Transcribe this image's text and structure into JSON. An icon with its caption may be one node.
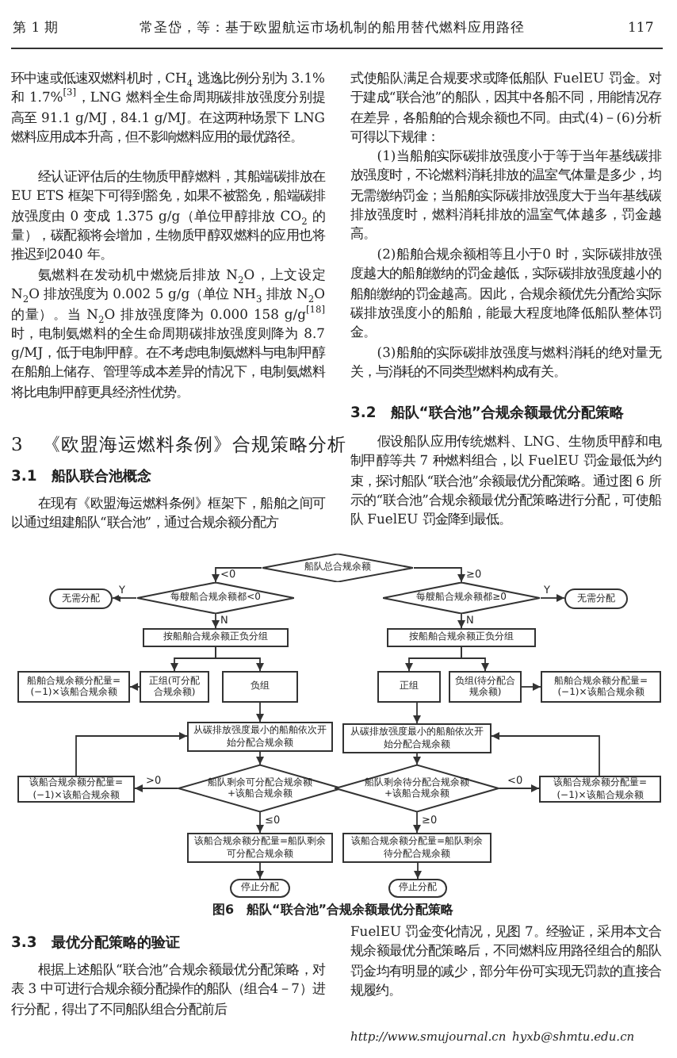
{
  "diagram": {
    "caption": "图6　船队“联合池”合规余额最优分配策略",
    "nodes": [
      {
        "text": [
          "船队总合规余额"
        ]
      },
      {
        "text": [
          "每艘船合规余额都<0"
        ]
      },
      {
        "text": [
          "无需分配"
        ]
      },
      {
        "text": [
          "按船舶合规余额正负分组"
        ]
      },
      {
        "text": [
          "正组(可分配合规余额)"
        ]
      },
      {
        "text": [
          "负组"
        ]
      },
      {
        "text": [
          "船舶合规余额分配量=(−1)×该船合规余额"
        ]
      },
      {
        "text": [
          "从碳排放强度最小的船舶依次开始分配合规余额"
        ]
      },
      {
        "text": [
          "船队剩余可分配合规余额+该船合规余额"
        ]
      },
      {
        "text": [
          "该船合规余额分配量=(−1)×该船合规余额"
        ]
      },
      {
        "text": [
          "该船合规余额分配量=船队剩余可分配合规余额"
        ]
      },
      {
        "text": [
          "停止分配"
        ]
      },
      {
        "text": [
          "每艘船合规余额都≥0"
        ]
      },
      {
        "text": [
          "无需分配"
        ]
      },
      {
        "text": [
          "按船舶合规余额正负分组"
        ]
      },
      {
        "text": [
          "正组"
        ]
      },
      {
        "text": [
          "负组(待分配合规余额)"
        ]
      },
      {
        "text": [
          "船舶合规余额分配量=(−1)×该船合规余额"
        ]
      },
      {
        "text": [
          "从碳排放强度最小的船舶依次开始分配合规余额"
        ]
      },
      {
        "text": [
          "船队剩余待分配合规余额+该船合规余额"
        ]
      },
      {
        "text": [
          "该船合规余额分配量=(−1)×该船合规余额"
        ]
      },
      {
        "text": [
          "该船合规余额分配量=船队剩余待分配合规余额"
        ]
      },
      {
        "text": [
          "停止分配"
        ]
      }
    ],
    "edges": [
      {
        "from": 0,
        "to": 1,
        "arrow": "to",
        "label": "<0"
      },
      {
        "from": 0,
        "to": 12,
        "arrow": "to",
        "label": "≥0"
      },
      {
        "from": 1,
        "to": 2,
        "arrow": "to",
        "label": "Y"
      },
      {
        "from": 1,
        "to": 3,
        "arrow": "to",
        "label": "N"
      },
      {
        "from": 3,
        "to": 4,
        "arrow": "to"
      },
      {
        "from": 3,
        "to": 5,
        "arrow": "to"
      },
      {
        "from": 4,
        "to": 6,
        "arrow": "to"
      },
      {
        "from": 5,
        "to": 7,
        "arrow": "to"
      },
      {
        "from": 7,
        "to": 8,
        "arrow": "to"
      },
      {
        "from": 8,
        "to": 9,
        "arrow": "to",
        "label": ">0"
      },
      {
        "from": 9,
        "to": 7,
        "arrow": "to"
      },
      {
        "from": 8,
        "to": 10,
        "arrow": "to",
        "label": "≤0"
      },
      {
        "from": 10,
        "to": 11,
        "arrow": "to"
      },
      {
        "from": 12,
        "to": 13,
        "arrow": "to",
        "label": "Y"
      },
      {
        "from": 12,
        "to": 14,
        "arrow": "to",
        "label": "N"
      },
      {
        "from": 14,
        "to": 15,
        "arrow": "to"
      },
      {
        "from": 14,
        "to": 16,
        "arrow": "to"
      },
      {
        "from": 16,
        "to": 17,
        "arrow": "to"
      },
      {
        "from": 15,
        "to": 18,
        "arrow": "to"
      },
      {
        "from": 18,
        "to": 19,
        "arrow": "to"
      },
      {
        "from": 19,
        "to": 20,
        "arrow": "to",
        "label": "<0"
      },
      {
        "from": 20,
        "to": 18,
        "arrow": "to"
      },
      {
        "from": 19,
        "to": 21,
        "arrow": "to",
        "label": "≥0"
      },
      {
        "from": 21,
        "to": 22,
        "arrow": "to"
      }
    ],
    "labels": [
      "第 1 期",
      "常圣岱，等：基于欧盟航运市场机制的船用替代燃料应用路径",
      "117",
      "环中速或低速双燃料机时，CH$_{4}$ 逃逸比例分别为 3.1%和 1.7%$^{[3]}$，LNG 燃料全生命周期碳排放强度分别提高至 91.1 g/MJ，84.1 g/MJ。在这两种场景下 LNG 燃料应用成本升高，但不影响燃料应用的最优路径。",
      "经认证评估后的生物质甲醇燃料，其船端碳排放在 EU ETS 框架下可得到豁免，如果不被豁免，船端碳排放强度由 0 变成 1.375 g/g（单位甲醇排放 CO$_{2}$ 的量），碳配额将会增加，生物质甲醇双燃料的应用也将推迟到2040 年。",
      "氨燃料在发动机中燃烧后排放 N$_{2}$O，上文设定 N$_{2}$O 排放强度为 0.002 5 g/g（单位 NH$_{3}$ 排放 N$_{2}$O 的量）。当 N$_{2}$O 排放强度降为 0.000 158 g/g$^{[18]}$时，电制氨燃料的全生命周期碳排放强度则降为 8.7 g/MJ，低于电制甲醇。在不考虑电制氨燃料与电制甲醇在船舶上储存、管理等成本差异的情况下，电制氨燃料将比电制甲醇更具经济性优势。",
      "3　《欧盟海运燃料条例》合规策略分析",
      "3.1　船队联合池概念",
      "在现有《欧盟海运燃料条例》框架下，船舶之间可以通过组建船队“联合池”，通过合规余额分配方",
      "式使船队满足合规要求或降低船队 FuelEU 罚金。对于建成“联合池”的船队，因其中各船不同，用能情况存在差异，各船舶的合规余额也不同。由式(4)－(6)分析可得以下规律：",
      "(1)当船舶实际碳排放强度小于等于当年基线碳排放强度时，不论燃料消耗排放的温室气体量是多少，均无需缴纳罚金；当船舶实际碳排放强度大于当年基线碳排放强度时，燃料消耗排放的温室气体越多，罚金越高。",
      "(2)船舶合规余额相等且小于0 时，实际碳排放强度越大的船舶缴纳的罚金越低，实际碳排放强度越小的船舶缴纳的罚金越高。因此，合规余额优先分配给实际碳排放强度小的船舶，能最大程度地降低船队整体罚金。",
      "(3)船舶的实际碳排放强度与燃料消耗的绝对量无关，与消耗的不同类型燃料构成有关。",
      "3.2　船队“联合池”合规余额最优分配策略",
      "假设船队应用传统燃料、LNG、生物质甲醇和电制甲醇等共 7 种燃料组合，以 FuelEU 罚金最低为约束，探讨船队“联合池”余额最优分配策略。通过图 6 所示的“联合池”合规余额最优分配策略进行分配，可使船队 FuelEU 罚金降到最低。",
      "3.3　最优分配策略的验证",
      "根据上述船队“联合池”合规余额最优分配策略，对表 3 中可进行合规余额分配操作的船队（组合4－7）进行分配，得出了不同船队组合分配前后",
      "FuelEU 罚金变化情况，见图 7。经验证，采用本文合规余额最优分配策略后，不同燃料应用路径组合的船队罚金均有明显的减少，部分年份可实现无罚款的直接合规履约。",
      "http://www.smujournal.cn",
      "hyxb@shmtu.edu.cn"
    ]
  }
}
